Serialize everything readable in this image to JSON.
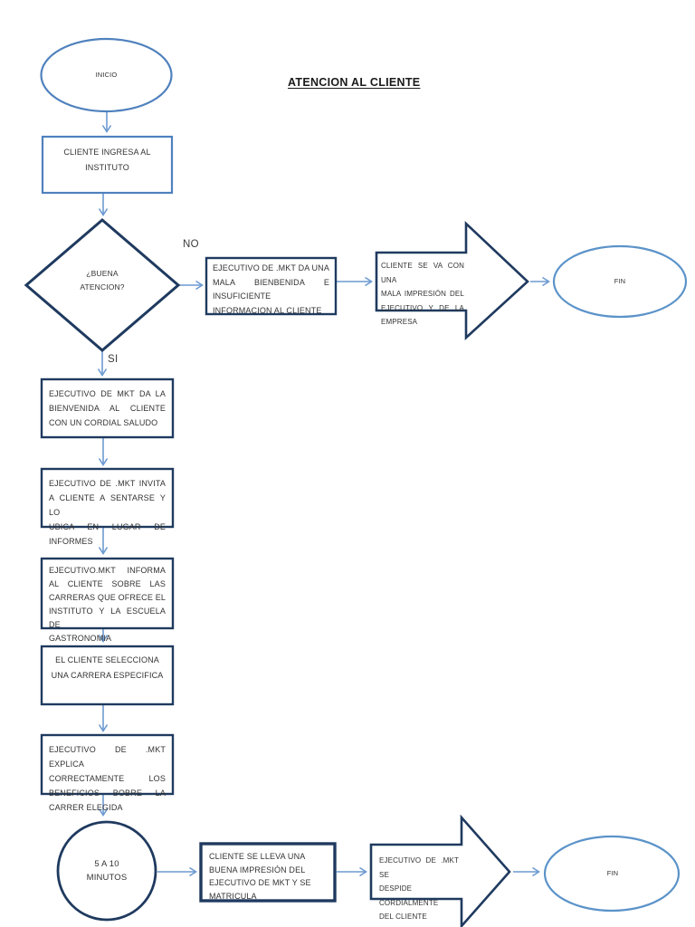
{
  "title": "ATENCION AL CLIENTE",
  "branch_labels": {
    "no": "NO",
    "si": "SI"
  },
  "colors": {
    "light_blue_shape": "#4f81bd",
    "fin_ellipse_blue": "#5b93c9",
    "dark_navy_shape": "#1f3a5f",
    "arrow_blue": "#6d9ad1",
    "text": "#333333"
  },
  "nodes": {
    "inicio": {
      "type": "ellipse",
      "lines": [
        "INICIO"
      ]
    },
    "cliente_ingresa": {
      "type": "rect",
      "lines": [
        "CLIENTE INGRESA AL",
        "INSTITUTO"
      ]
    },
    "buena_atencion": {
      "type": "diamond",
      "lines": [
        "¿BUENA",
        "ATENCION?"
      ]
    },
    "mala_bienvenida": {
      "type": "rect",
      "lines": [
        "EJECUTIVO DE .MKT DA UNA",
        "MALA BIENBENIDA E",
        "INSUFICIENTE",
        "INFORMACION  AL CLIENTE"
      ]
    },
    "cliente_se_va": {
      "type": "block-arrow",
      "lines": [
        "CLIENTE SE VA CON UNA",
        "MALA IMPRESIÓN DEL",
        "EJECUTIVO Y DE LA",
        "EMPRESA"
      ]
    },
    "fin_no": {
      "type": "ellipse",
      "lines": [
        "FIN"
      ]
    },
    "bienvenida_cordial": {
      "type": "rect",
      "lines": [
        "EJECUTIVO DE  MKT DA LA",
        "BIENVENIDA AL CLIENTE",
        "CON UN CORDIAL SALUDO"
      ]
    },
    "invita_sentarse": {
      "type": "rect",
      "lines": [
        "EJECUTIVO DE .MKT INVITA",
        "A CLIENTE A SENTARSE  Y LO",
        "UBICA EN LUGAR DE",
        "INFORMES"
      ]
    },
    "informa_carreras": {
      "type": "rect",
      "lines": [
        "EJECUTIVO.MKT INFORMA",
        "AL CLIENTE  SOBRE LAS",
        "CARRERAS QUE OFRECE EL",
        "INSTITUTO Y LA ESCUELA DE",
        "GASTRONOMIA"
      ]
    },
    "selecciona_carrera": {
      "type": "rect",
      "lines": [
        "EL CLIENTE SELECCIONA",
        "UNA CARRERA ESPECIFICA"
      ]
    },
    "explica_beneficios": {
      "type": "rect",
      "lines": [
        "EJECUTIVO DE .MKT EXPLICA",
        "CORRECTAMENTE LOS",
        "BENEFICIOS BOBRE LA",
        "CARRER ELEGIDA"
      ]
    },
    "duracion": {
      "type": "circle",
      "lines": [
        "5 A 10",
        "MINUTOS"
      ]
    },
    "buena_impresion": {
      "type": "rect",
      "lines": [
        "CLIENTE  SE LLEVA  UNA",
        "BUENA IMPRESIÓN DEL",
        "EJECUTIVO DE MKT Y SE",
        "MATRICULA"
      ]
    },
    "despedida": {
      "type": "block-arrow",
      "lines": [
        "EJECUTIVO  DE  .MKT  SE",
        "DESPIDE CORDIALMENTE",
        "DEL CLIENTE"
      ]
    },
    "fin_si": {
      "type": "ellipse",
      "lines": [
        "FIN"
      ]
    }
  }
}
